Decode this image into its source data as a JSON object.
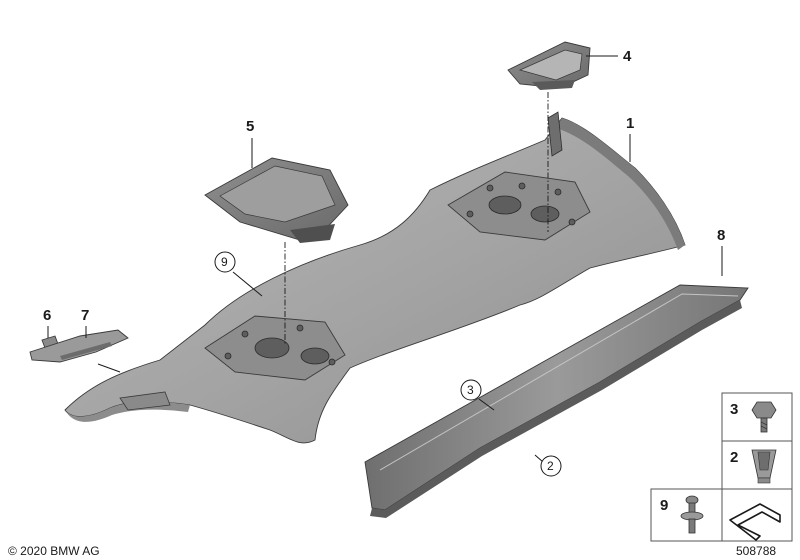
{
  "callouts": {
    "c1": "1",
    "c2": "2",
    "c3": "3",
    "c4": "4",
    "c5": "5",
    "c6": "6",
    "c7": "7",
    "c8": "8",
    "c9": "9"
  },
  "legend": {
    "item3": "3",
    "item2": "2",
    "item9": "9"
  },
  "footer": {
    "copyright": "© 2020 BMW AG",
    "diagram_number": "508788"
  },
  "colors": {
    "shelf": "#a9a9a9",
    "shelf_dark": "#7d7d7d",
    "trim": "#8a8a8a",
    "line": "#1a1a1a"
  }
}
